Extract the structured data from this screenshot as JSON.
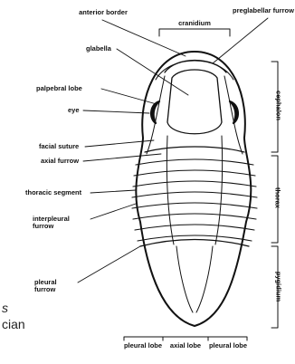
{
  "labels": {
    "anterior_border": "anterior border",
    "cranidium": "cranidium",
    "preglabellar_furrow": "preglabellar furrow",
    "glabella": "glabella",
    "palpebral_lobe": "palpebral lobe",
    "eye": "eye",
    "facial_suture": "facial suture",
    "axial_furrow": "axial furrow",
    "thoracic_segment": "thoracic segment",
    "interpleural_furrow": "interpleural furrow",
    "pleural_furrow": "pleural furrow",
    "pleural_lobe_left": "pleural lobe",
    "axial_lobe": "axial lobe",
    "pleural_lobe_right": "pleural lobe"
  },
  "side_labels": {
    "cephalon": "cephalon",
    "thorax": "thorax",
    "pygidium": "pygidium"
  },
  "page_fragments": {
    "s": "s",
    "cian": "cian"
  }
}
